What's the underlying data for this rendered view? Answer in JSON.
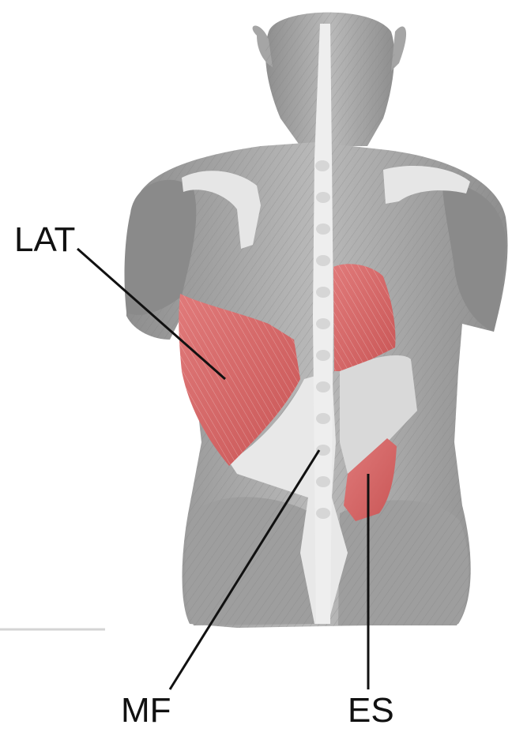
{
  "labels": {
    "lat": "LAT",
    "mf": "MF",
    "es": "ES"
  },
  "colors": {
    "highlight_muscle": "#dc6c6c",
    "muscle_gray": "#9d9d9d",
    "fascia_light": "#e8e8e8",
    "leader_line": "#111111"
  }
}
